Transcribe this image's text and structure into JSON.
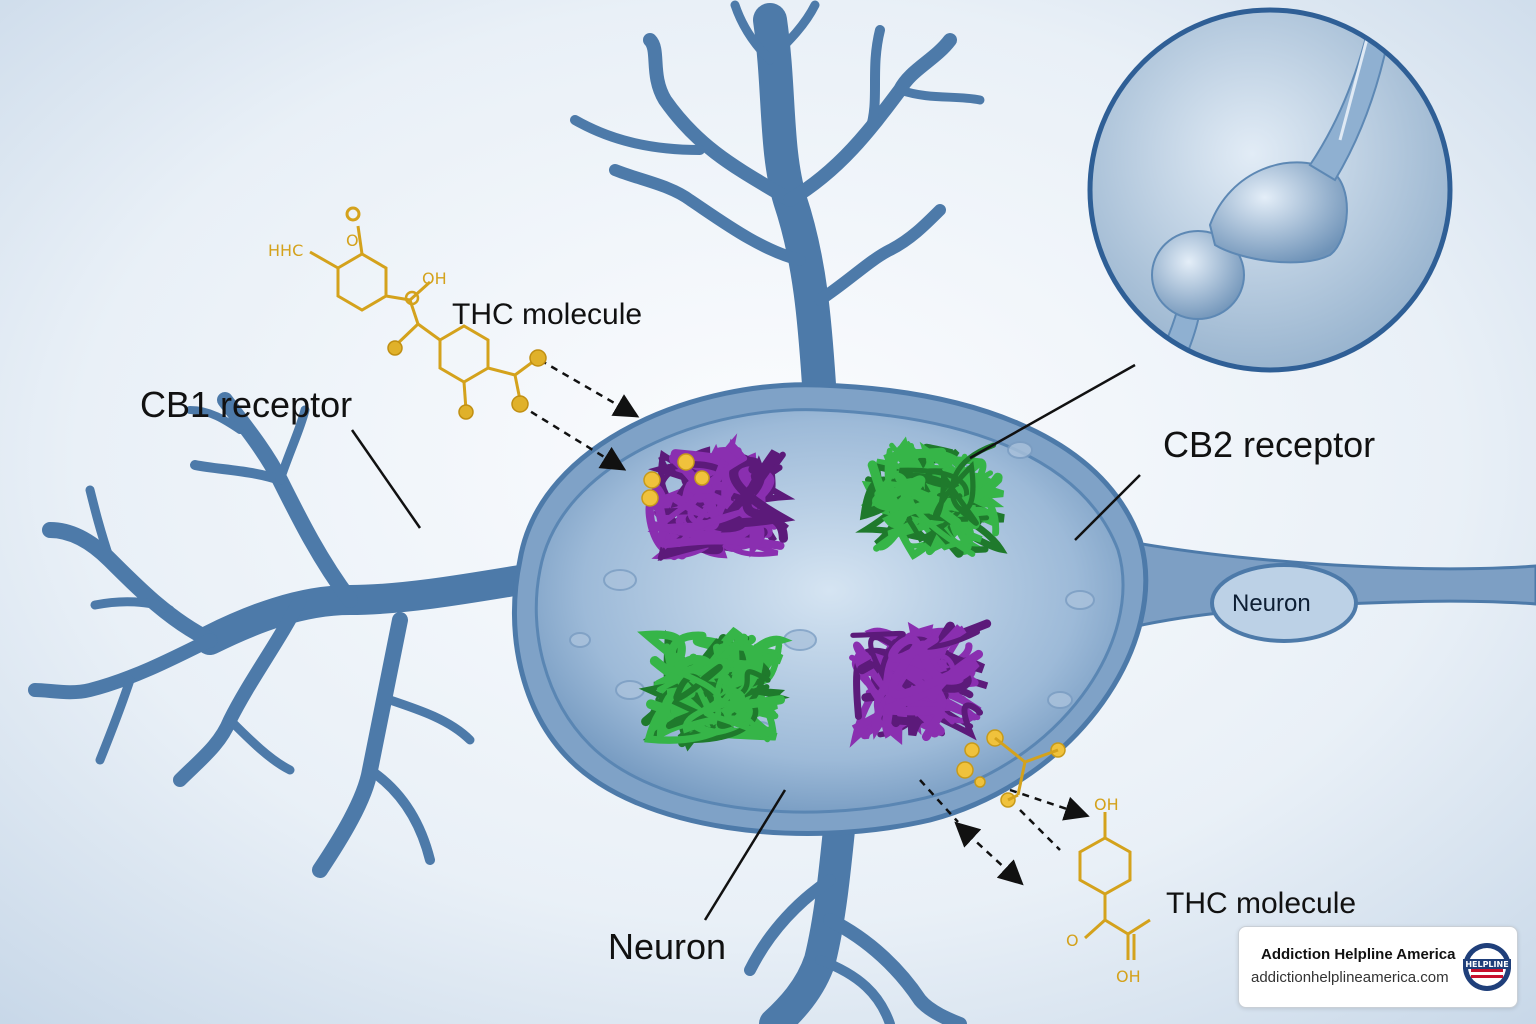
{
  "labels": {
    "cb1": "CB1 receptor",
    "cb2": "CB2 receptor",
    "thc_top": "THC molecule",
    "thc_bottom": "THC molecule",
    "neuron_main": "Neuron",
    "neuron_axon": "Neuron"
  },
  "molecule_top": {
    "atoms": [
      "HHC",
      "O",
      "OH"
    ]
  },
  "molecule_bottom": {
    "atoms": [
      "OH",
      "O",
      "OH"
    ]
  },
  "badge": {
    "name": "Addiction Helpline America",
    "url": "addictionhelplineamerica.com",
    "logo_text": "HELPLINE"
  },
  "colors": {
    "background": "#eef3f8",
    "neuron_blue": "#4a78a8",
    "neuron_light": "#a9c3dd",
    "cb1_protein": "#8a2fb0",
    "cb2_protein": "#36b548",
    "thc_gold": "#e0b12a"
  }
}
